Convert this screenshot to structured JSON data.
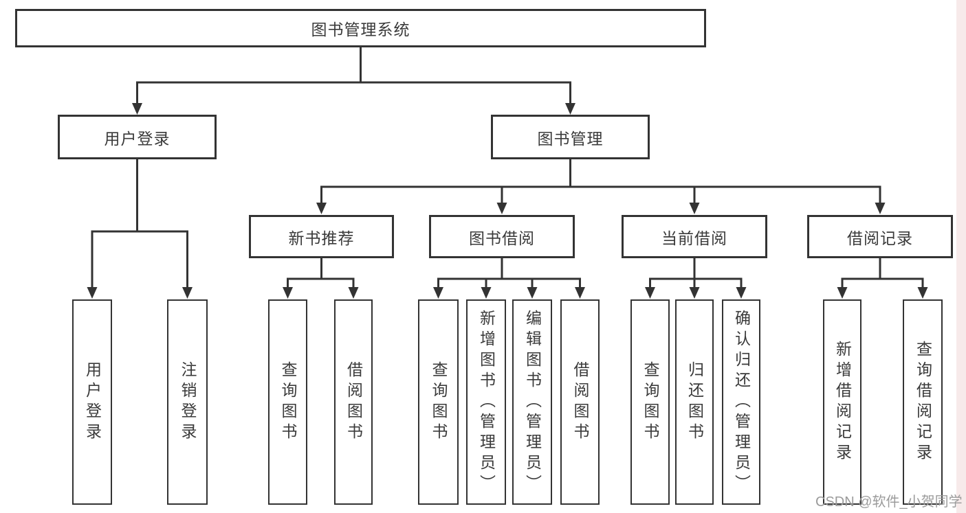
{
  "nodes": {
    "root": "图书管理系统",
    "user_login": "用户登录",
    "book_mgmt": "图书管理",
    "new_book_rec": "新书推荐",
    "book_borrow": "图书借阅",
    "current_borrow": "当前借阅",
    "borrow_records": "借阅记录",
    "leaf_user_login": "用户登录",
    "leaf_logout": "注销登录",
    "rec_query_books": "查询图书",
    "rec_borrow_books": "借阅图书",
    "bb_query_books": "查询图书",
    "bb_add_books": "新增图书（管理员）",
    "bb_edit_books": "编辑图书（管理员）",
    "bb_borrow_books": "借阅图书",
    "cb_query_books": "查询图书",
    "cb_return_books": "归还图书",
    "cb_confirm_return": "确认归还（管理员）",
    "br_add_record": "新增借阅记录",
    "br_query_record": "查询借阅记录"
  },
  "watermark": "CSDN @软件_小贺同学",
  "colors": {
    "line": "#333333",
    "box_border": "#333333",
    "text": "#3a3a3a",
    "background": "#ffffff",
    "watermark_text": "#9b9b9b",
    "right_edge_strip": "#f7eaea"
  }
}
